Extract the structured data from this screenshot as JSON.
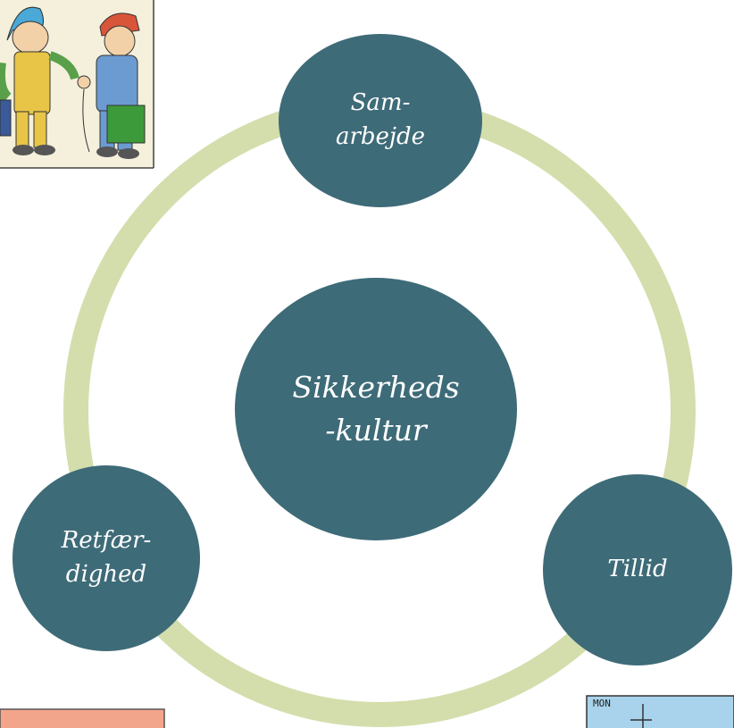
{
  "diagram": {
    "center": {
      "line1": "Sikkerheds",
      "line2": "-kultur"
    },
    "nodes": {
      "top": {
        "line1": "Sam-",
        "line2": "arbejde"
      },
      "left": {
        "line1": "Retfær-",
        "line2": "dighed"
      },
      "right": {
        "line1": "Tillid"
      }
    },
    "calendar_label": "MON",
    "colors": {
      "node": "#3e6b78",
      "ring": "#d3deac",
      "text": "#ffffff"
    }
  }
}
